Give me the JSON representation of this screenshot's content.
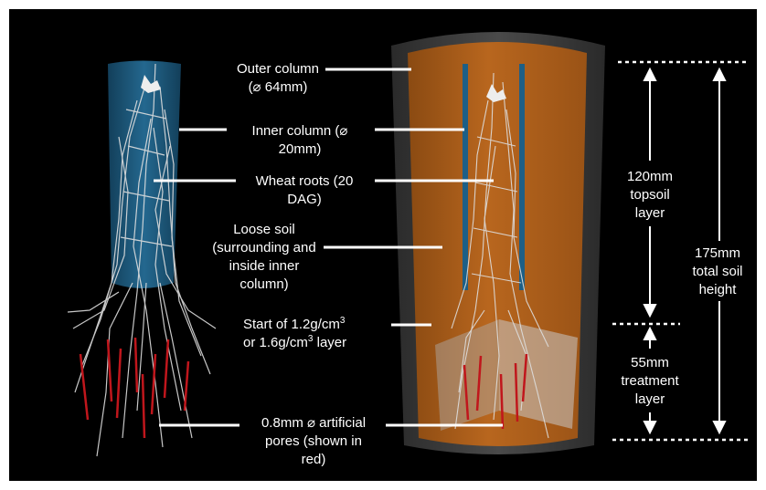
{
  "labels": {
    "outer_column": {
      "line1": "Outer column",
      "line2": "(⌀  64mm)"
    },
    "inner_column": {
      "line1": "Inner column (⌀",
      "line2": "20mm)"
    },
    "wheat_roots": {
      "line1": "Wheat roots (20",
      "line2": "DAG)"
    },
    "loose_soil": {
      "line1": "Loose soil",
      "line2": "(surrounding and",
      "line3": "inside inner",
      "line4": "column)"
    },
    "dense_layer": {
      "line1a": "Start of 1.2g/cm",
      "sup1": "3",
      "line2a": "or 1.6g/cm",
      "sup2": "3",
      "line2b": " layer"
    },
    "pores": {
      "line1": "0.8mm ⌀ artificial",
      "line2": "pores (shown in",
      "line3": "red)"
    },
    "topsoil": {
      "line1": "120mm",
      "line2": "topsoil",
      "line3": "layer"
    },
    "treatment": {
      "line1": "55mm",
      "line2": "treatment",
      "line3": "layer"
    },
    "total": {
      "line1": "175mm",
      "line2": "total soil",
      "line3": "height"
    }
  },
  "colors": {
    "background": "#000000",
    "inner_column": "#1d5f86",
    "soil": "#b0601c",
    "outer_wall": "#3c3c3c",
    "roots": "#dedede",
    "pores": "#c0161c",
    "annotation": "#ffffff"
  }
}
